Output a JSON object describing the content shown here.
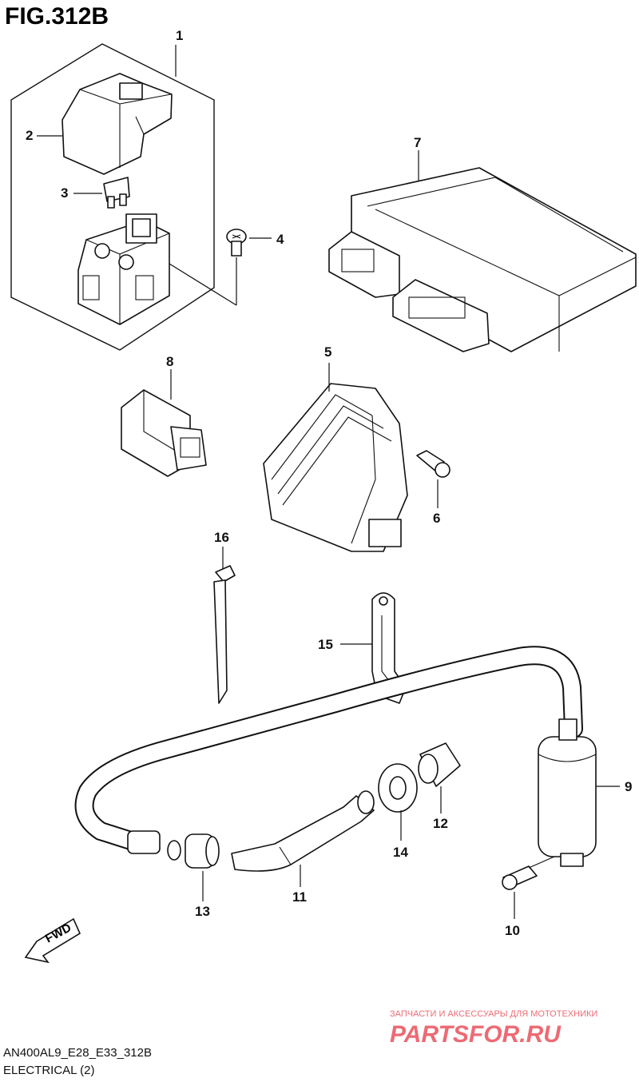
{
  "figure_title": "FIG.312B",
  "callouts": [
    {
      "id": "1",
      "label": "1"
    },
    {
      "id": "2",
      "label": "2"
    },
    {
      "id": "3",
      "label": "3"
    },
    {
      "id": "4",
      "label": "4"
    },
    {
      "id": "5",
      "label": "5"
    },
    {
      "id": "6",
      "label": "6"
    },
    {
      "id": "7",
      "label": "7"
    },
    {
      "id": "8",
      "label": "8"
    },
    {
      "id": "9",
      "label": "9"
    },
    {
      "id": "10",
      "label": "10"
    },
    {
      "id": "11",
      "label": "11"
    },
    {
      "id": "12",
      "label": "12"
    },
    {
      "id": "13",
      "label": "13"
    },
    {
      "id": "14",
      "label": "14"
    },
    {
      "id": "15",
      "label": "15"
    },
    {
      "id": "16",
      "label": "16"
    }
  ],
  "fwd_label": "FWD",
  "watermark": {
    "tagline": "ЗАПЧАСТИ И АКСЕССУАРЫ ДЛЯ МОТОТЕХНИКИ",
    "logo": "PARTSFOR.RU",
    "color": "#e63946"
  },
  "footer": {
    "code": "AN400AL9_E28_E33_312B",
    "caption": "ELECTRICAL (2)"
  }
}
